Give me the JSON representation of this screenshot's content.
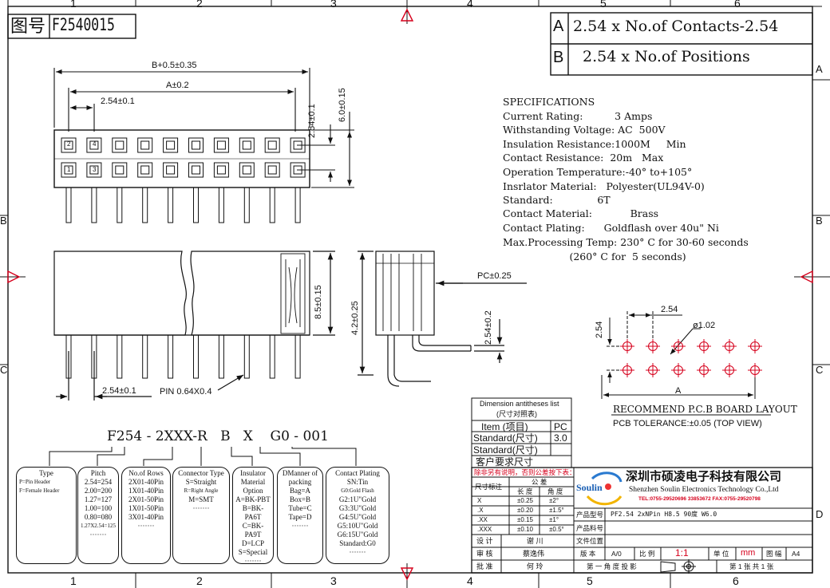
{
  "header": {
    "drawing_label": "图号",
    "drawing_number": "F2540015",
    "dim_a_key": "A",
    "dim_a_formula": "2.54 x No.of Contacts-2.54",
    "dim_b_key": "B",
    "dim_b_formula": "2.54 x No.of Positions"
  },
  "border": {
    "top_numbers": [
      "1",
      "2",
      "3",
      "4",
      "5",
      "6"
    ],
    "side_letters": [
      "A",
      "B",
      "C",
      "D"
    ]
  },
  "front_view": {
    "dim_overall": "B+0.5±0.35",
    "dim_a": "A±0.2",
    "dim_pitch": "2.54±0.1",
    "dim_row": "2.54±0.1",
    "dim_height": "6.0±0.15",
    "pin_numbers": [
      "2",
      "4",
      "1",
      "3"
    ]
  },
  "side_view": {
    "dim_height": "8.5±0.15",
    "dim_pitch": "2.54±0.1",
    "pin_label": "PIN  0.64X0.4"
  },
  "end_view": {
    "dim_pc": "PC±0.25",
    "dim_body": "4.2±0.25",
    "dim_tail": "2.54±0.2"
  },
  "specifications": {
    "title": "SPECIFICATIONS",
    "lines": [
      "Current Rating:          3 Amps",
      "Withstanding Voltage: AC  500V",
      "Insulation Resistance:1000M     Min",
      "Contact Resistance:  20m   Max",
      "Operation Temperature:-40° to+105°",
      "Insrlator Material:   Polyester(UL94V-0)",
      "Standard:              6T",
      "Contact Material:            Brass",
      "Contact Plating:      Goldflash over 40u\" Ni",
      "Max.Processing Temp: 230° C for 30-60 seconds",
      "                     (260° C for  5 seconds)"
    ]
  },
  "pcb_layout": {
    "dim_pitch_x": "2.54",
    "dim_pitch_y": "2.54",
    "dim_hole": "ø1.02",
    "dim_a": "A",
    "title": "RECOMMEND P.C.B BOARD LAYOUT",
    "tolerance": "PCB TOLERANCE:±0.05 (TOP VIEW)"
  },
  "part_code": {
    "code": "F254 - 2XXX-R   B   X    G0 - 001",
    "boxes": [
      {
        "title": "Type",
        "lines": [
          "P=Pin Header",
          "F=Female Header"
        ]
      },
      {
        "title": "Pitch",
        "lines": [
          "2.54=254",
          "2.00=200",
          "1.27=127",
          "1.00=100",
          "0.80=080",
          "1.27X2.54=125",
          "·······"
        ]
      },
      {
        "title": "No.of Rows",
        "lines": [
          "2X01-40Pin",
          "1X01-40Pin",
          "2X01-50Pin",
          "1X01-50Pin",
          "3X01-40Pin",
          "·······"
        ]
      },
      {
        "title": "Connector Type",
        "lines": [
          "S=Straight",
          "R=Right Angle",
          "M=SMT",
          "·······"
        ]
      },
      {
        "title": "Insulator",
        "lines": [
          "Material",
          "Option",
          "A=BK-PBT",
          "B=BK-PA6T",
          "C=BK-PA9T",
          "D=LCP",
          "S=Special",
          "·······"
        ]
      },
      {
        "title": "DManner of",
        "lines": [
          "packing",
          "Bag=A",
          "Box=B",
          "Tube=C",
          "Tape=D",
          "·······"
        ]
      },
      {
        "title": "Contact Plating",
        "lines": [
          "SN:Tin",
          "G0:Gold Flash",
          "G2:1U\"Gold",
          "G3:3U\"Gold",
          "G4:5U\"Gold",
          "G5:10U\"Gold",
          "G6:15U\"Gold",
          "Standard:G0",
          "·······"
        ]
      }
    ]
  },
  "dim_list": {
    "title": "Dimension antitheses list",
    "subtitle": "(尺寸对照表)",
    "col_item": "Item (项目)",
    "col_pc": "PC",
    "row1_label": "Standard(尺寸)",
    "row1_value": "3.0",
    "row2_label": "Standard(尺寸)",
    "row2_value": "",
    "customer": "客户要求尺寸"
  },
  "title_block": {
    "note": "除非另有说明，否则公差按下表：",
    "tol_label": "尺寸标注",
    "tol_header": "公 差",
    "tol_len": "长 度",
    "tol_ang": "角 度",
    "tol_rows": [
      {
        "k": "X",
        "len": "±0.25",
        "ang": "±2°"
      },
      {
        "k": ".X",
        "len": "±0.20",
        "ang": "±1.5°"
      },
      {
        "k": ".XX",
        "len": "±0.15",
        "ang": "±1°"
      },
      {
        "k": ".XXX",
        "len": "±0.10",
        "ang": "±0.5°"
      }
    ],
    "design_label": "设 计",
    "design_name": "谢 川",
    "review_label": "审 核",
    "review_name": "蔡逸伟",
    "approve_label": "批 准",
    "approve_name": "何 玲",
    "logo_text": "Soulin",
    "company_cn": "深圳市硕凌电子科技有限公司",
    "company_en": "Shenzhen Soulin Electronics Technology Co.,Ltd",
    "company_tel": "TEL:0755-29520696 33853672  FAX:0755-29520798",
    "product_model_label": "产品型号",
    "product_model": "PF2.54 2xNPin H8.5 90度 W6.0",
    "material_label": "产品料号",
    "material_value": "",
    "file_label": "文件位置",
    "file_value": "",
    "version_label": "版 本",
    "version_value": "A/0",
    "scale_label": "比 例",
    "scale_value": "1:1",
    "unit_label": "单 位",
    "unit_value": "mm",
    "size_label": "图 幅",
    "size_value": "A4",
    "projection_label": "第 一 角 度 投 影",
    "sheet_label": "第 1  张 共 1  张"
  }
}
